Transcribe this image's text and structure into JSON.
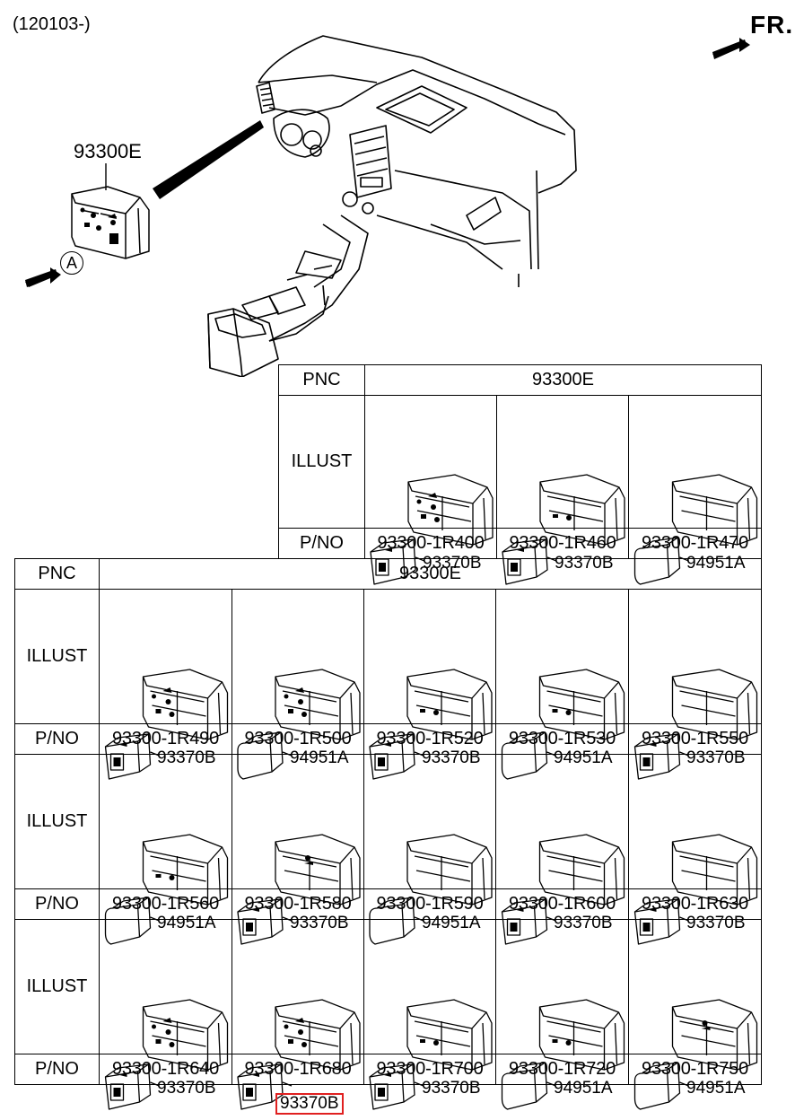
{
  "header": {
    "date_code": "(120103-)",
    "direction": "FR.",
    "view_marker": "A",
    "main_pnc": "93300E"
  },
  "table_top": {
    "pnc_label": "PNC",
    "pnc_value": "93300E",
    "illust_label": "ILLUST",
    "pno_label": "P/NO",
    "columns": [
      {
        "sub": "93370B",
        "pno": "93300-1R400",
        "icons": "full"
      },
      {
        "sub": "93370B",
        "pno": "93300-1R460",
        "icons": "partial"
      },
      {
        "sub": "94951A",
        "pno": "93300-1R470",
        "icons": "none"
      }
    ]
  },
  "table_bottom": {
    "pnc_label": "PNC",
    "pnc_value": "93300E",
    "illust_label": "ILLUST",
    "pno_label": "P/NO",
    "rows": [
      [
        {
          "sub": "93370B",
          "pno": "93300-1R490",
          "icons": "full"
        },
        {
          "sub": "94951A",
          "pno": "93300-1R500",
          "icons": "full"
        },
        {
          "sub": "93370B",
          "pno": "93300-1R520",
          "icons": "partial"
        },
        {
          "sub": "94951A",
          "pno": "93300-1R530",
          "icons": "partial"
        },
        {
          "sub": "93370B",
          "pno": "93300-1R550",
          "icons": "none"
        }
      ],
      [
        {
          "sub": "94951A",
          "pno": "93300-1R560",
          "icons": "partial"
        },
        {
          "sub": "93370B",
          "pno": "93300-1R580",
          "icons": "top"
        },
        {
          "sub": "94951A",
          "pno": "93300-1R590",
          "icons": "none"
        },
        {
          "sub": "93370B",
          "pno": "93300-1R600",
          "icons": "none"
        },
        {
          "sub": "93370B",
          "pno": "93300-1R630",
          "icons": "none"
        }
      ],
      [
        {
          "sub": "93370B",
          "pno": "93300-1R640",
          "icons": "full"
        },
        {
          "sub": "93370B",
          "pno": "93300-1R680",
          "icons": "full",
          "highlight": true
        },
        {
          "sub": "93370B",
          "pno": "93300-1R700",
          "icons": "partial"
        },
        {
          "sub": "94951A",
          "pno": "93300-1R720",
          "icons": "partial"
        },
        {
          "sub": "94951A",
          "pno": "93300-1R750",
          "icons": "top"
        }
      ]
    ]
  },
  "colors": {
    "line": "#000000",
    "highlight": "#e02020",
    "background": "#ffffff"
  }
}
